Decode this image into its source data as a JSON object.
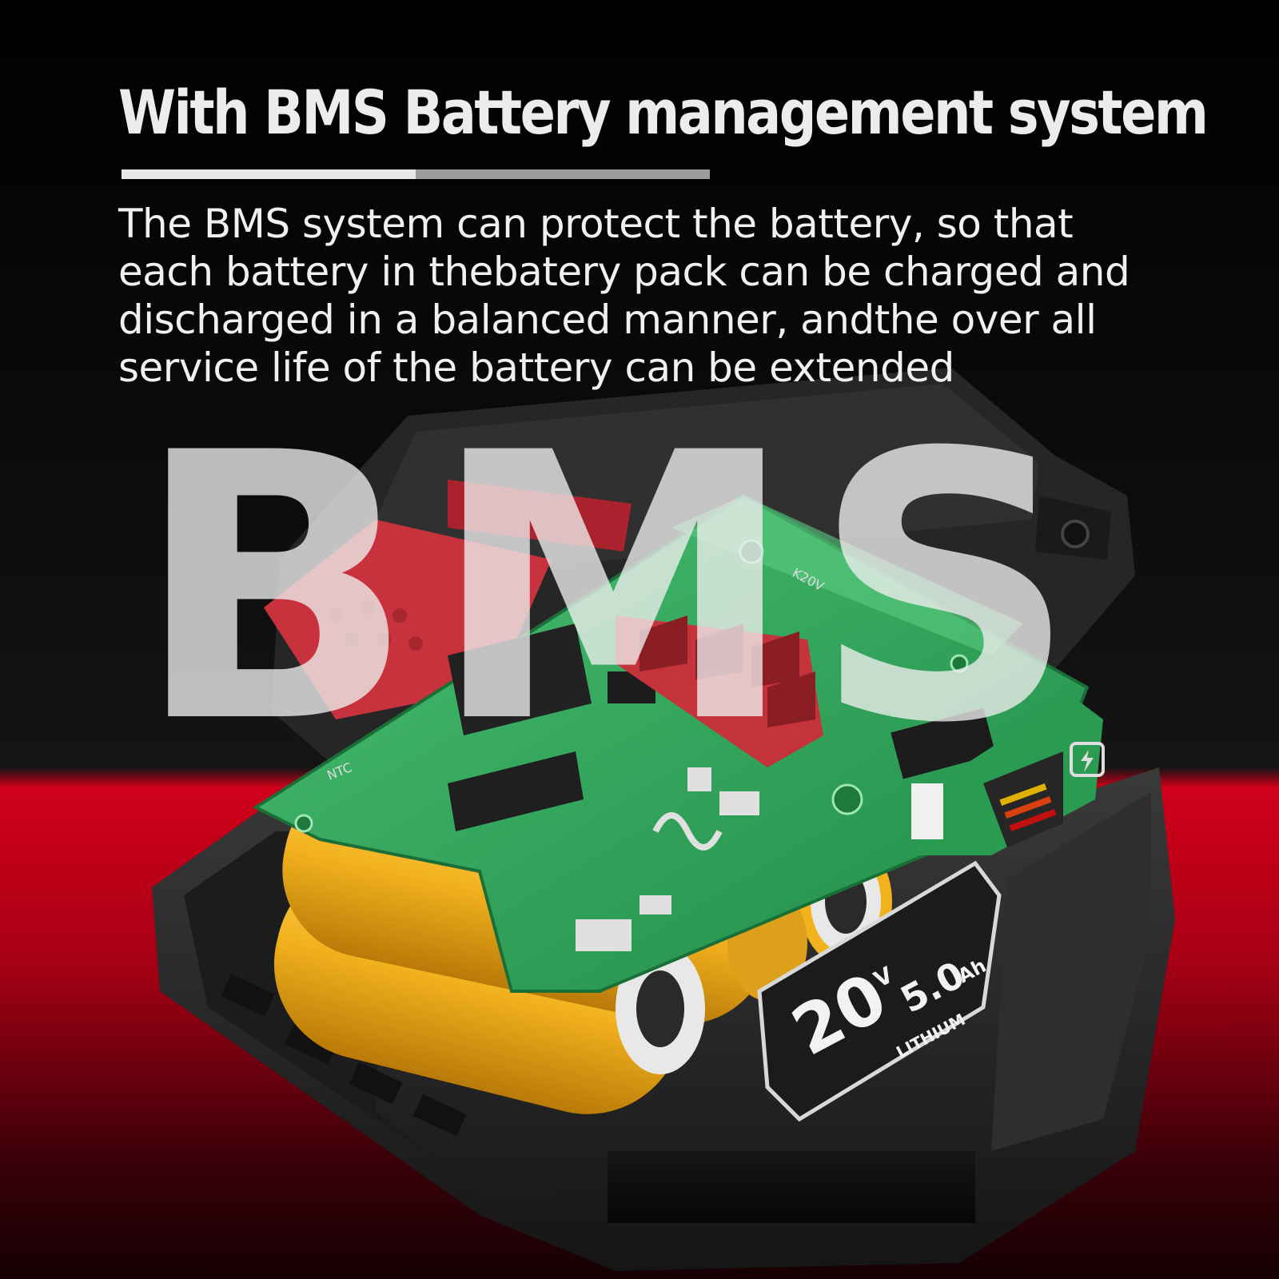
{
  "headline": "With BMS Battery management system",
  "description_lines": [
    "The BMS system can protect the battery, so that",
    "each battery in thebatery pack can be charged and",
    "discharged in a balanced manner, andthe over all",
    "service life of the battery can be extended"
  ],
  "watermark": "BMS",
  "product_label": {
    "voltage": "20",
    "voltage_unit": "V",
    "capacity": "5.0",
    "capacity_unit": "Ah",
    "chemistry": "LITHIUM"
  },
  "pcb_markings": {
    "ntc": "NTC",
    "model": "K20V"
  },
  "colors": {
    "background_top": "#000000",
    "background_bottom": "#d0001a",
    "pcb_green": "#2faa5a",
    "cell_yellow": "#f2b21e",
    "housing": "#2a2a2a"
  }
}
